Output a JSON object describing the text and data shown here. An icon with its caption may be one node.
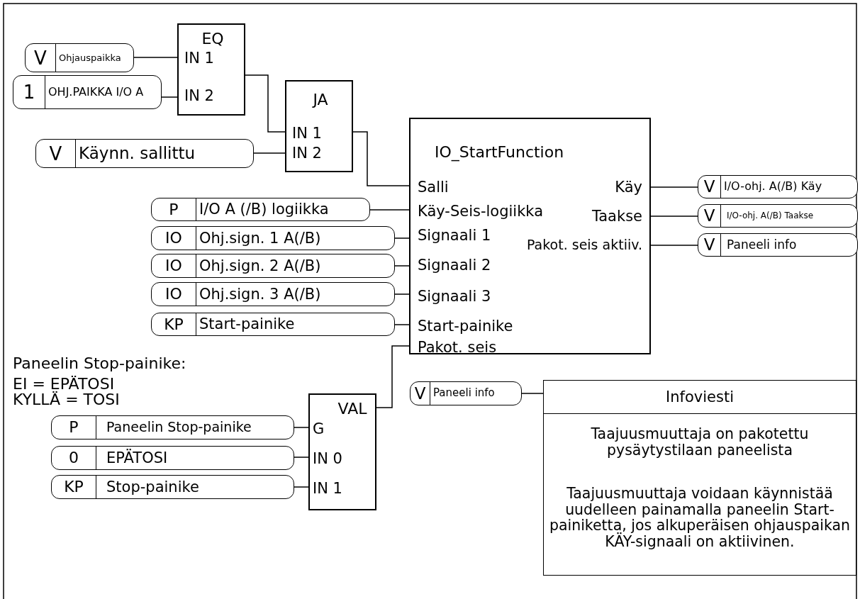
{
  "diagram": {
    "nodes": [
      {
        "text": [
          "V",
          "Ohjauspaikka"
        ]
      },
      {
        "text": [
          "1",
          "OHJ.PAIKKA I/O A"
        ]
      },
      {
        "text": [
          "EQ",
          "IN 1",
          "IN 2"
        ]
      },
      {
        "text": [
          "JA",
          "IN 1",
          "IN 2"
        ]
      },
      {
        "text": [
          "V",
          "Käynn. sallittu"
        ]
      },
      {
        "text": [
          "IO_StartFunction",
          "Salli",
          "Käy-Seis-logiikka",
          "Signaali 1",
          "Signaali 2",
          "Signaali 3",
          "Start-painike",
          "Pakot. seis",
          "Käy",
          "Taakse",
          "Pakot. seis aktiiv."
        ]
      },
      {
        "text": [
          "V",
          "I/O-ohj. A(/B) Käy"
        ]
      },
      {
        "text": [
          "V",
          "I/O-ohj. A(/B) Taakse"
        ]
      },
      {
        "text": [
          "V",
          "Paneeli info"
        ]
      },
      {
        "text": [
          "P",
          "I/O A (/B) logiikka"
        ]
      },
      {
        "text": [
          "IO",
          "Ohj.sign. 1 A(/B)"
        ]
      },
      {
        "text": [
          "IO",
          "Ohj.sign. 2 A(/B)"
        ]
      },
      {
        "text": [
          "IO",
          "Ohj.sign. 3 A(/B)"
        ]
      },
      {
        "text": [
          "KP",
          "Start-painike"
        ]
      },
      {
        "text": [
          "V",
          "Paneeli info"
        ]
      },
      {
        "text": [
          "Infoviesti",
          "Taajuusmuuttaja on pakotettu pysäytystilaan paneelista",
          "Taajuusmuuttaja voidaan käynnistää uudelleen painamalla paneelin Start-painiketta, jos alkuperäisen ohjauspaikan KÄY-signaali on aktiivinen."
        ]
      },
      {
        "text": [
          "VAL",
          "G",
          "IN 0",
          "IN 1"
        ]
      },
      {
        "text": [
          "P",
          "Paneelin Stop-painike"
        ]
      },
      {
        "text": [
          "0",
          "EPÄTOSI"
        ]
      },
      {
        "text": [
          "KP",
          "Stop-painike"
        ]
      }
    ],
    "edges": [
      {
        "from": 0,
        "to": 2,
        "arrow": "none"
      },
      {
        "from": 1,
        "to": 2,
        "arrow": "none"
      },
      {
        "from": 2,
        "to": 3,
        "arrow": "none"
      },
      {
        "from": 4,
        "to": 3,
        "arrow": "none"
      },
      {
        "from": 3,
        "to": 5,
        "arrow": "none"
      },
      {
        "from": 9,
        "to": 5,
        "arrow": "none"
      },
      {
        "from": 10,
        "to": 5,
        "arrow": "none"
      },
      {
        "from": 11,
        "to": 5,
        "arrow": "none"
      },
      {
        "from": 12,
        "to": 5,
        "arrow": "none"
      },
      {
        "from": 13,
        "to": 5,
        "arrow": "none"
      },
      {
        "from": 16,
        "to": 5,
        "arrow": "none"
      },
      {
        "from": 5,
        "to": 6,
        "arrow": "none"
      },
      {
        "from": 5,
        "to": 7,
        "arrow": "none"
      },
      {
        "from": 5,
        "to": 8,
        "arrow": "none"
      },
      {
        "from": 14,
        "to": 15,
        "arrow": "none"
      },
      {
        "from": 17,
        "to": 16,
        "arrow": "none"
      },
      {
        "from": 18,
        "to": 16,
        "arrow": "none"
      },
      {
        "from": 19,
        "to": 16,
        "arrow": "none"
      }
    ],
    "labels": [
      "Paneelin Stop-painike:",
      "EI = EPÄTOSI",
      "KYLLÄ = TOSI"
    ]
  }
}
